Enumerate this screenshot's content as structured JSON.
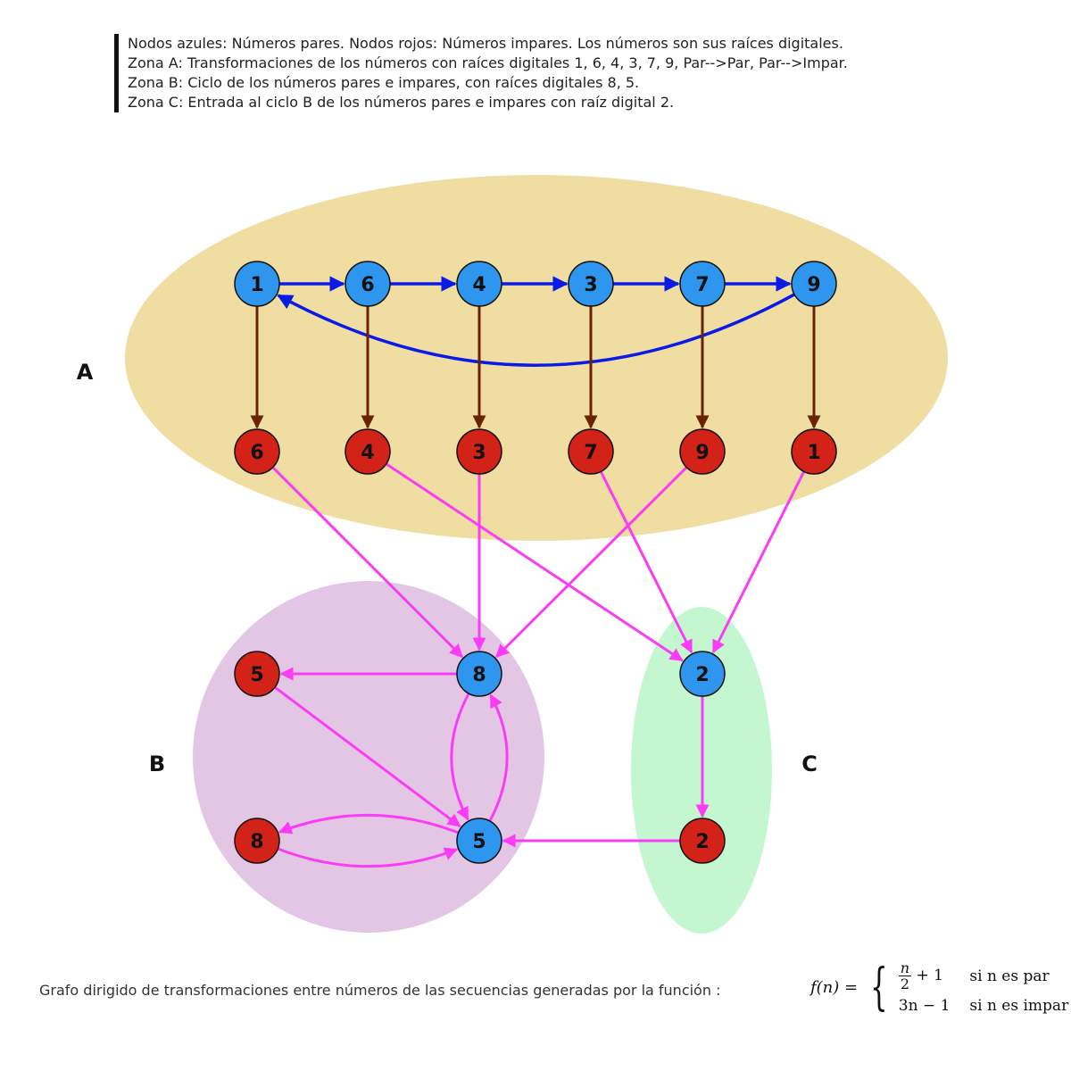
{
  "legend": {
    "lines": [
      "Nodos azules: Números pares. Nodos rojos: Números impares. Los números son sus raíces digitales.",
      "Zona A: Transformaciones de los números con raíces digitales 1, 6, 4, 3, 7, 9, Par-->Par, Par-->Impar.",
      "Zona B: Ciclo de los números pares e impares, con raíces digitales 8, 5.",
      "Zona C: Entrada al ciclo B de los números pares e impares con raíz digital 2."
    ]
  },
  "zones": [
    {
      "id": "A",
      "label": "A",
      "color": "#f0dda2"
    },
    {
      "id": "B",
      "label": "B",
      "color": "#e2c6e4"
    },
    {
      "id": "C",
      "label": "C",
      "color": "#c4f7cf"
    }
  ],
  "colors": {
    "even_node": "#2f96ef",
    "odd_node": "#d32218",
    "edge_blue": "#0b1be6",
    "edge_brown": "#6b2200",
    "edge_magenta": "#fb3cf6"
  },
  "nodes": [
    {
      "id": "e1",
      "label": "1",
      "parity": "even"
    },
    {
      "id": "e6",
      "label": "6",
      "parity": "even"
    },
    {
      "id": "e4",
      "label": "4",
      "parity": "even"
    },
    {
      "id": "e3",
      "label": "3",
      "parity": "even"
    },
    {
      "id": "e7",
      "label": "7",
      "parity": "even"
    },
    {
      "id": "e9",
      "label": "9",
      "parity": "even"
    },
    {
      "id": "o6",
      "label": "6",
      "parity": "odd"
    },
    {
      "id": "o4",
      "label": "4",
      "parity": "odd"
    },
    {
      "id": "o3",
      "label": "3",
      "parity": "odd"
    },
    {
      "id": "o7",
      "label": "7",
      "parity": "odd"
    },
    {
      "id": "o9",
      "label": "9",
      "parity": "odd"
    },
    {
      "id": "o1",
      "label": "1",
      "parity": "odd"
    },
    {
      "id": "o5b",
      "label": "5",
      "parity": "odd"
    },
    {
      "id": "e8b",
      "label": "8",
      "parity": "even"
    },
    {
      "id": "o8b",
      "label": "8",
      "parity": "odd"
    },
    {
      "id": "e5b",
      "label": "5",
      "parity": "even"
    },
    {
      "id": "e2c",
      "label": "2",
      "parity": "even"
    },
    {
      "id": "o2c",
      "label": "2",
      "parity": "odd"
    }
  ],
  "edges": [
    {
      "from": "e1",
      "to": "e6",
      "color": "blue"
    },
    {
      "from": "e6",
      "to": "e4",
      "color": "blue"
    },
    {
      "from": "e4",
      "to": "e3",
      "color": "blue"
    },
    {
      "from": "e3",
      "to": "e7",
      "color": "blue"
    },
    {
      "from": "e7",
      "to": "e9",
      "color": "blue"
    },
    {
      "from": "e9",
      "to": "e1",
      "color": "blue"
    },
    {
      "from": "e1",
      "to": "o6",
      "color": "brown"
    },
    {
      "from": "e6",
      "to": "o4",
      "color": "brown"
    },
    {
      "from": "e4",
      "to": "o3",
      "color": "brown"
    },
    {
      "from": "e3",
      "to": "o7",
      "color": "brown"
    },
    {
      "from": "e7",
      "to": "o9",
      "color": "brown"
    },
    {
      "from": "e9",
      "to": "o1",
      "color": "brown"
    },
    {
      "from": "o6",
      "to": "e8b",
      "color": "magenta"
    },
    {
      "from": "o4",
      "to": "e2c",
      "color": "magenta"
    },
    {
      "from": "o3",
      "to": "e8b",
      "color": "magenta"
    },
    {
      "from": "o7",
      "to": "e2c",
      "color": "magenta"
    },
    {
      "from": "o9",
      "to": "e8b",
      "color": "magenta"
    },
    {
      "from": "o1",
      "to": "e2c",
      "color": "magenta"
    },
    {
      "from": "e8b",
      "to": "o5b",
      "color": "magenta"
    },
    {
      "from": "o5b",
      "to": "e5b",
      "color": "magenta"
    },
    {
      "from": "e8b",
      "to": "e5b",
      "color": "magenta"
    },
    {
      "from": "e5b",
      "to": "e8b",
      "color": "magenta"
    },
    {
      "from": "e5b",
      "to": "o8b",
      "color": "magenta"
    },
    {
      "from": "o8b",
      "to": "e5b",
      "color": "magenta"
    },
    {
      "from": "e2c",
      "to": "o2c",
      "color": "magenta"
    },
    {
      "from": "o2c",
      "to": "e5b",
      "color": "magenta"
    }
  ],
  "caption": "Grafo dirigido de transformaciones entre números de las secuencias generadas por la función :",
  "formula": {
    "lhs": "f(n) =",
    "case1_num": "n",
    "case1_den": "2",
    "case1_rest": "+ 1",
    "case1_cond": "si n es par",
    "case2_expr": "3n − 1",
    "case2_cond": "si n es impar"
  }
}
